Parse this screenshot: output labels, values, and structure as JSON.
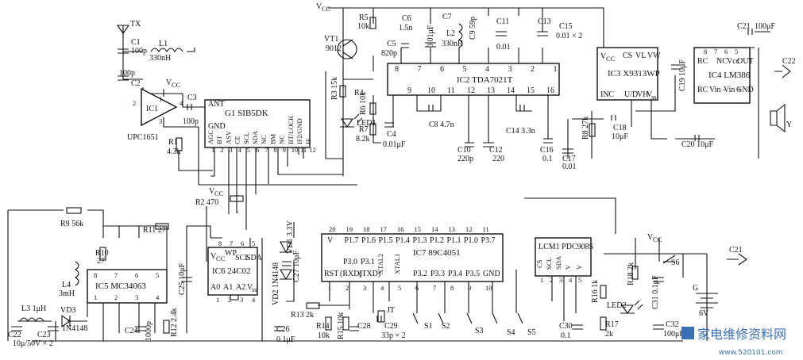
{
  "supply": {
    "vcc": "V",
    "vcc_sub": "CC"
  },
  "antenna": {
    "label": "TX"
  },
  "ic1": {
    "name": "IC1",
    "part": "UPC1651",
    "pin1": "1",
    "pin2": "2",
    "pin3": "3",
    "pin4": "4"
  },
  "ic2": {
    "title": "IC2 TDA7021T",
    "top_pins": [
      "8",
      "7",
      "6",
      "5",
      "4",
      "3",
      "2",
      "1"
    ],
    "bottom_pins": [
      "9",
      "10",
      "11",
      "12",
      "13",
      "14",
      "15",
      "16"
    ]
  },
  "ic3": {
    "title": "IC3 X9313WP",
    "vcc": "V",
    "vcc_sub": "CC",
    "cs": "CS",
    "vl": "VL",
    "vw": "VW",
    "inc": "INC",
    "ud": "U/D",
    "vh": "VH",
    "vss": "V",
    "vss_sub": "ss"
  },
  "ic4": {
    "title": "IC4 LM386",
    "rc_top": "RC",
    "nc": "NC",
    "vcc": "Vcc",
    "out": "OUT",
    "rc_bot": "RC",
    "vin_minus": "Vin -",
    "vin_plus": "Vin +",
    "gnd": "GND",
    "pins_top": [
      "8",
      "7",
      "6",
      "5"
    ]
  },
  "g1": {
    "title": "G1 SIB5DK",
    "ant": "ANT",
    "gnd": "GND",
    "pins": [
      "AGC",
      "BT",
      "ASV",
      "CE",
      "SCL",
      "SDA",
      "NC",
      "BM",
      "NC",
      "BT/LOCK",
      "IF2/GND",
      "IF"
    ],
    "nums": [
      "1",
      "2",
      "3",
      "4",
      "5",
      "6",
      "7",
      "8",
      "9",
      "10",
      "11",
      "12"
    ]
  },
  "ic5": {
    "title": "IC5 MC34063",
    "top_pins": [
      "8",
      "7",
      "6",
      "5"
    ],
    "bottom_pins": [
      "1",
      "2",
      "3",
      "4"
    ]
  },
  "ic6": {
    "title": "IC6 24C02",
    "vcc": "V",
    "vcc_sub": "CC",
    "wp": "WP",
    "scl": "SCL",
    "sda": "SDA",
    "a0": "A0",
    "a1": "A1",
    "a2": "A2",
    "vss": "V",
    "vss_sub": "ss",
    "top_pins": [
      "8",
      "7",
      "6",
      "5"
    ],
    "bottom_pins": [
      "1",
      "2",
      "3",
      "4"
    ]
  },
  "ic7": {
    "title": "IC7 89C4051",
    "top_labels": [
      "V",
      "P1.7",
      "P1.6",
      "P1.5",
      "P1.4",
      "P1.3",
      "P1.2",
      "P1.1",
      "P1.0",
      "P3.7"
    ],
    "top_nums": [
      "20",
      "19",
      "18",
      "17",
      "16",
      "15",
      "14",
      "13",
      "12",
      "11"
    ],
    "p30": "P3.0",
    "p31": "P3.1",
    "rst": "RST",
    "rxd": "(RXD)",
    "txd": "(TXD)",
    "xtal2": "XTAL2",
    "xtal1": "XTAL1",
    "bottom_labels": [
      "P3.2",
      "P3.3",
      "P3.4",
      "P3.5",
      "GND"
    ],
    "bottom_nums": [
      "1",
      "2",
      "3",
      "4",
      "5",
      "6",
      "7",
      "8",
      "9",
      "10"
    ]
  },
  "lcm1": {
    "title": "LCM1 PDC908S",
    "cs": "CS",
    "scl": "SCL",
    "sda": "SDA",
    "vss": "V",
    "vss_sub": "ss",
    "vcc": "V",
    "vcc_sub": "CC",
    "pins": [
      "1",
      "2",
      "3",
      "4",
      "5"
    ]
  },
  "transistor": {
    "name": "VT1",
    "part": "9012"
  },
  "inductors": {
    "l1": "L1",
    "l1v": "330nH",
    "l2": "L2",
    "l2v": "330nH",
    "l3": "L3 1μH",
    "l4": "L4",
    "l4v": "3mH"
  },
  "caps": {
    "c1": "C1",
    "c1v": "100p",
    "c2": "C2",
    "c2v": "100p",
    "c3": "C3",
    "c3v": "100p",
    "c4": "C4",
    "c4v": "0.01μF",
    "c5": "C5",
    "c5v": "820p",
    "c6": "C6",
    "c6v": "1.5n",
    "c7": "C7",
    "c7v": "0.01μF",
    "c8": "C8 4.7n",
    "c9": "C9 59p",
    "c10": "C10",
    "c10v": "220p",
    "c11": "C11",
    "c11v": "0.01",
    "c12": "C12",
    "c12v": "220",
    "c13": "C13",
    "c14": "C14 3.3n",
    "c15": "C15",
    "c15v": "0.01 × 2",
    "c16": "C16",
    "c16v": "0.1",
    "c17": "C17",
    "c17v": "0.01",
    "c18": "C18",
    "c18v": "10μF",
    "c19": "C19 10μF",
    "c20": "C20 10μF",
    "c21": "C21",
    "c21v": "100μF",
    "c21b": "C21",
    "c22": "C22",
    "c22v": "10μ/50V × 2",
    "c23": "C23",
    "c24": "C24",
    "c24v": "1000p",
    "c25": "C25 10μF",
    "c26": "C26",
    "c26v": "0.1μF",
    "c27": "C27 10μF",
    "c28": "C28",
    "c29": "C29",
    "c29v": "33p × 2",
    "c30": "C30",
    "c30v": "0.1",
    "c31": "C31 0.1μF",
    "c32": "C32",
    "c32v": "100μF"
  },
  "resistors": {
    "r1": "R1",
    "r1v": "4.3k",
    "r2": "R2 470",
    "r3": "R3 15k",
    "r4": "R4",
    "r5": "R5",
    "r5v": "10k",
    "r6": "R6 10k",
    "r7": "R7",
    "r7v": "8.2k",
    "r8": "R8 27k",
    "r9": "R9 56k",
    "r10": "R10",
    "r10v": "27",
    "r11": "R11 27",
    "r12": "R12 2.4k",
    "r13": "R13 2k",
    "r14": "R14",
    "r14v": "10k",
    "r15": "R15 10k",
    "r16": "R16 1k",
    "r17": "R17",
    "r17v": "2k",
    "r18": "R18 2k"
  },
  "diodes": {
    "vd1": "VD1 3.3V",
    "vd2": "VD2 1N4148",
    "vd3": "VD3",
    "vd3v": "1N4148",
    "led1": "LED1",
    "led2": "LED2"
  },
  "crystal": {
    "name": "JT"
  },
  "switches": {
    "s1": "S1",
    "s2": "S2",
    "s3": "S3",
    "s4": "S4",
    "s5": "S5",
    "s6": "S6"
  },
  "battery": {
    "name": "G",
    "value": "6V"
  },
  "jack": {
    "c22": "C22"
  },
  "speaker": {
    "name": "Y"
  },
  "watermark": {
    "cn": "家电维修资料网",
    "url": "www.520101.com"
  }
}
